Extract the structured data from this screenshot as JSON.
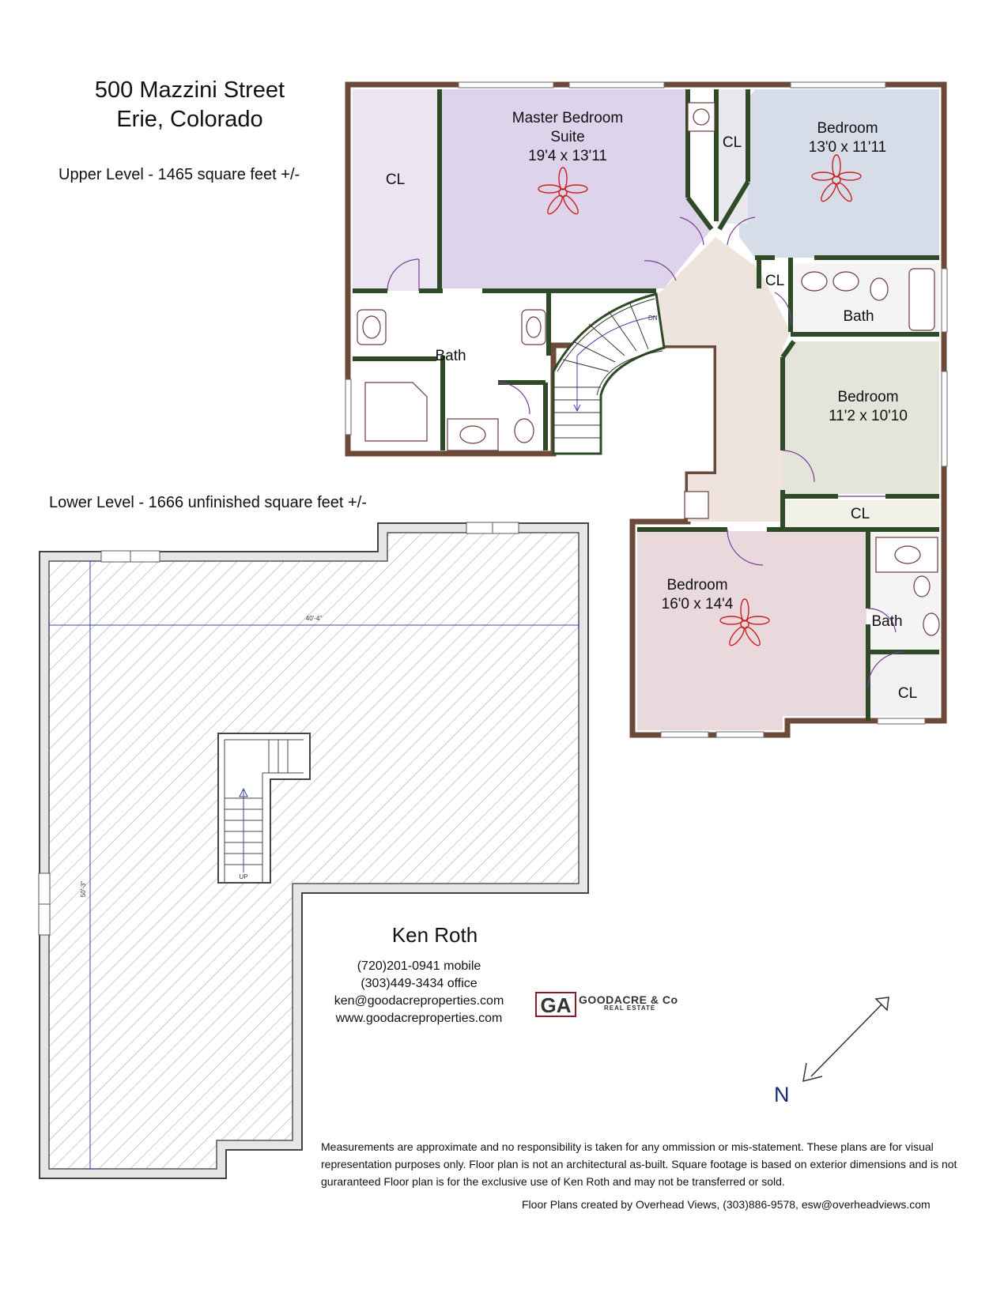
{
  "header": {
    "address_line1": "500 Mazzini Street",
    "address_line2": "Erie, Colorado",
    "upper_level": "Upper Level - 1465 square feet +/-",
    "lower_level": "Lower Level - 1666 unfinished square feet +/-"
  },
  "upper_rooms": {
    "closet_left": "CL",
    "master_name_1": "Master Bedroom",
    "master_name_2": "Suite",
    "master_size": "19'4 x 13'11",
    "closet_mid": "CL",
    "bed1_name": "Bedroom",
    "bed1_size": "13'0 x 11'11",
    "closet_hall": "CL",
    "bath_hall": "Bath",
    "bath_master": "Bath",
    "stair_dn": "DN",
    "bed2_name": "Bedroom",
    "bed2_size": "11'2 x 10'10",
    "closet_bed2": "CL",
    "bed3_name": "Bedroom",
    "bed3_size": "16'0 x 14'4",
    "bath_bed3": "Bath",
    "closet_bed3": "CL"
  },
  "lower": {
    "width_dim": "40'-4\"",
    "depth_dim": "50'-3\"",
    "stair_up": "UP"
  },
  "agent": {
    "name": "Ken Roth",
    "mobile": "(720)201-0941   mobile",
    "office": "(303)449-3434   office",
    "email": "ken@goodacreproperties.com",
    "web": "www.goodacreproperties.com"
  },
  "logo": {
    "mark": "GA",
    "name": "GOODACRE & Co",
    "sub": "REAL ESTATE"
  },
  "compass": {
    "label": "N"
  },
  "footer": {
    "disclaimer": "Measurements are approximate and no responsibility is taken for any ommission or mis-statement.  These plans are for visual representation purposes only. Floor plan is not an architectural as-built. Square footage is based on exterior dimensions and is not guraranteed Floor plan is for the exclusive use of Ken Roth and may not be transferred or sold.",
    "credit": "Floor Plans created by Overhead Views, (303)886-9578, esw@overheadviews.com"
  },
  "colors": {
    "wall": "#6b4a3a",
    "wall_inner": "#4a6b3a",
    "master": "#ddd3ea",
    "bedroom_blue": "#d6dde9",
    "bedroom_green": "#e3e4da",
    "bedroom_pink": "#ead9dc",
    "hall": "#efe4dd",
    "fan": "#cc1f1f",
    "door": "#7a3c9a",
    "dim": "#3a44a6"
  }
}
